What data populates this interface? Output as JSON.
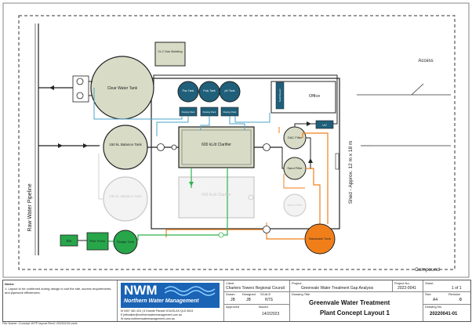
{
  "drawing": {
    "labels": {
      "access": "Access",
      "compound": "Compound",
      "raw_water_pipeline": "Raw Water Pipeline",
      "shed": "Shed - Approx. 12 m x 18 m",
      "cl2_gas_building": "CL2 Gas Building",
      "clear_water_tank": "Clear Water Tank",
      "balance_tank": "150 kL Balance Tank",
      "balance_tank_future": "150 kL Balance Tank",
      "clarifier": "600 kL/d Clarifier",
      "clarifier_future": "600 kL/d Clarifier",
      "pac_tank": "Pac Tank",
      "poly_tank": "Poly Tank",
      "ph_tank": "pH Tank",
      "dosing_pack_1": "Dosing Pack",
      "dosing_pack_2": "Dosing Pack",
      "dosing_pack_3": "Dosing Pack",
      "office": "Office",
      "uv": "UV",
      "gac_filter": "GAC Filter",
      "sand_filter": "Sand Filter",
      "sand_filter_future": "Sand Filter",
      "backwash_tank": "Backwash Tank",
      "bin": "Bin",
      "filter_press": "Filter Press",
      "sludge_tank": "Sludge Tank",
      "switchboard": "Switchboard"
    },
    "colors": {
      "tank_fill": "#d8dcc6",
      "dosing_fill": "#1f5f7a",
      "green_fill": "#27a64a",
      "orange_fill": "#f07f1a",
      "blue_line": "#4aa3c9",
      "green_line": "#2fb34f",
      "orange_line": "#f07f1a"
    }
  },
  "title_block": {
    "notes_label": "Notes:",
    "notes_text": "1. Layout to be confirmed during design to suit the site, access requirements, and pipework efficiencies.",
    "company_logo": "NWM",
    "company_name": "Northern Water Management",
    "company_contact_1": "M 0407 481 424  |  8 Grande Parade DOUGLAS QLD 4814",
    "company_contact_2": "E jeffwalker@northernwatermanagement.com.au",
    "company_contact_3": "W www.northernwatermanagement.com.au",
    "client_label": "Client",
    "client": "Charters Towers Regional Council",
    "drawn_label": "Drawn",
    "drawn": "JB",
    "designed_label": "Designed",
    "designed": "JB",
    "scale_label": "SCALE",
    "scale": "NTS",
    "approved_label": "Approved",
    "issued_label": "Issued",
    "issued": "14/2/2023",
    "project_label": "Project",
    "project": "Greenvale Water Treatment Gap Analysis",
    "drawing_title_label": "Drawing Title",
    "drawing_title_1": "Greenvale Water Treatment",
    "drawing_title_2": "Plant Concept Layout 1",
    "project_no_label": "Project No.",
    "project_no": "2022-0041",
    "sheet_label": "Sheet",
    "sheet": "1 of 1",
    "size_label": "Size",
    "size": "A4",
    "revision_label": "Revision",
    "revision": "0",
    "drawing_no_label": "Drawing No.",
    "drawing_no": "20220041-01"
  },
  "footer": "File Name:    Concept WTP layout Rev0 20230215.vsdx"
}
